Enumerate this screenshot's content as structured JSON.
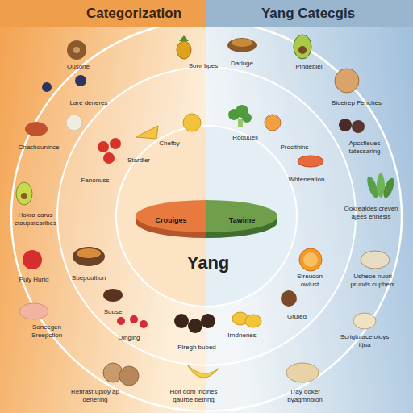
{
  "diagram": {
    "title": "Categorization",
    "nodes": [
      {
        "text": [
          "Crouiges"
        ]
      },
      {
        "text": [
          "Tawime"
        ]
      }
    ],
    "labels": [
      "Yang Catecgis",
      "Yang",
      "Ousohe",
      "Sonr bpes",
      "Lare deneres",
      "Chefby",
      "Stardler",
      "Fanonuss",
      "Chashounince",
      "Hokra carus ctaupatesribes",
      "Puly Hurid",
      "Sbepoultion",
      "Souse",
      "Soncegen Sreepction",
      "Dinging",
      "Piregh bubed",
      "Refirast uploy ap denering",
      "Hoit dom inclnes gaurbe betring",
      "Tray doker byagmnbion",
      "Darluge",
      "Pindebiel",
      "Biceirep Fenches",
      "Roduuell",
      "Procithins",
      "Whteneation",
      "Apcsfleues tatessaring",
      "Ookreaides creven ajees ennesis",
      "Usheoe nuori prunds cuphent",
      "Streucon owiust",
      "Gruled",
      "Irndnenes",
      "Scrigtuiace oloys itjua"
    ]
  }
}
